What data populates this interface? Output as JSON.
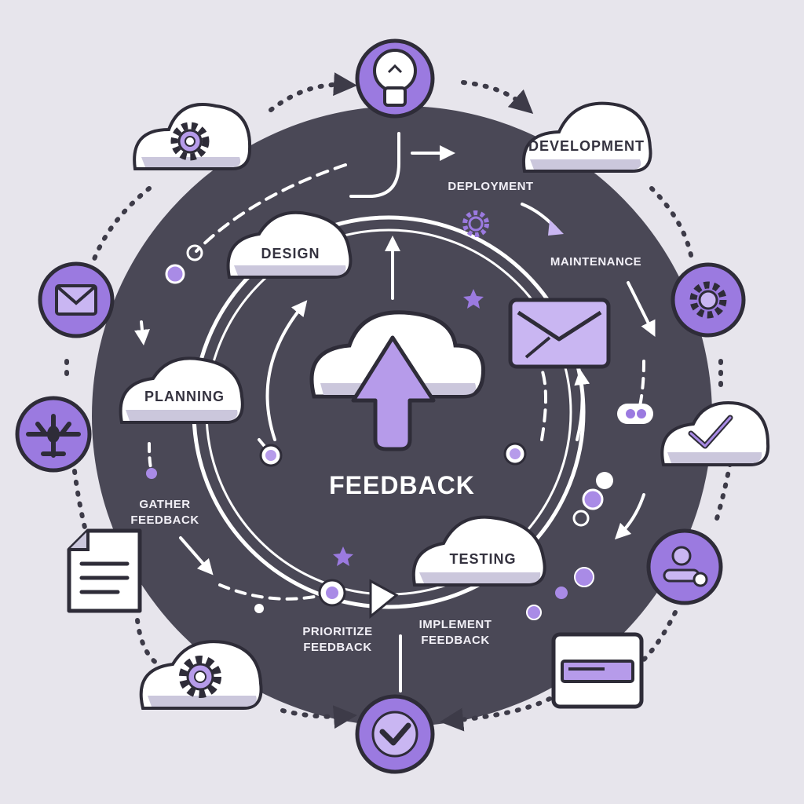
{
  "diagram": {
    "center_label": "FEEDBACK",
    "stages": {
      "development": "DEVELOPMENT",
      "design": "DESIGN",
      "planning": "PLANNING",
      "testing": "TESTING"
    },
    "flow_labels": {
      "deployment": "DEPLOYMENT",
      "maintenance": "MAINTENANCE",
      "gather_feedback": "GATHER\nFEEDBACK",
      "prioritize_feedback": "PRIORITIZE\nFEEDBACK",
      "implement_feedback": "IMPLEMENT\nFEEDBACK"
    },
    "icons": [
      "lightbulb-icon",
      "gear-icon",
      "envelope-icon",
      "airplane-icon",
      "document-icon",
      "checkmark-icon",
      "user-icon",
      "card-icon",
      "cloud-upload-icon"
    ],
    "colors": {
      "background": "#e7e5ec",
      "disc": "#4a4856",
      "accent": "#9b7ae0",
      "accent_light": "#c9b6f2",
      "outline": "#2e2c38"
    }
  }
}
